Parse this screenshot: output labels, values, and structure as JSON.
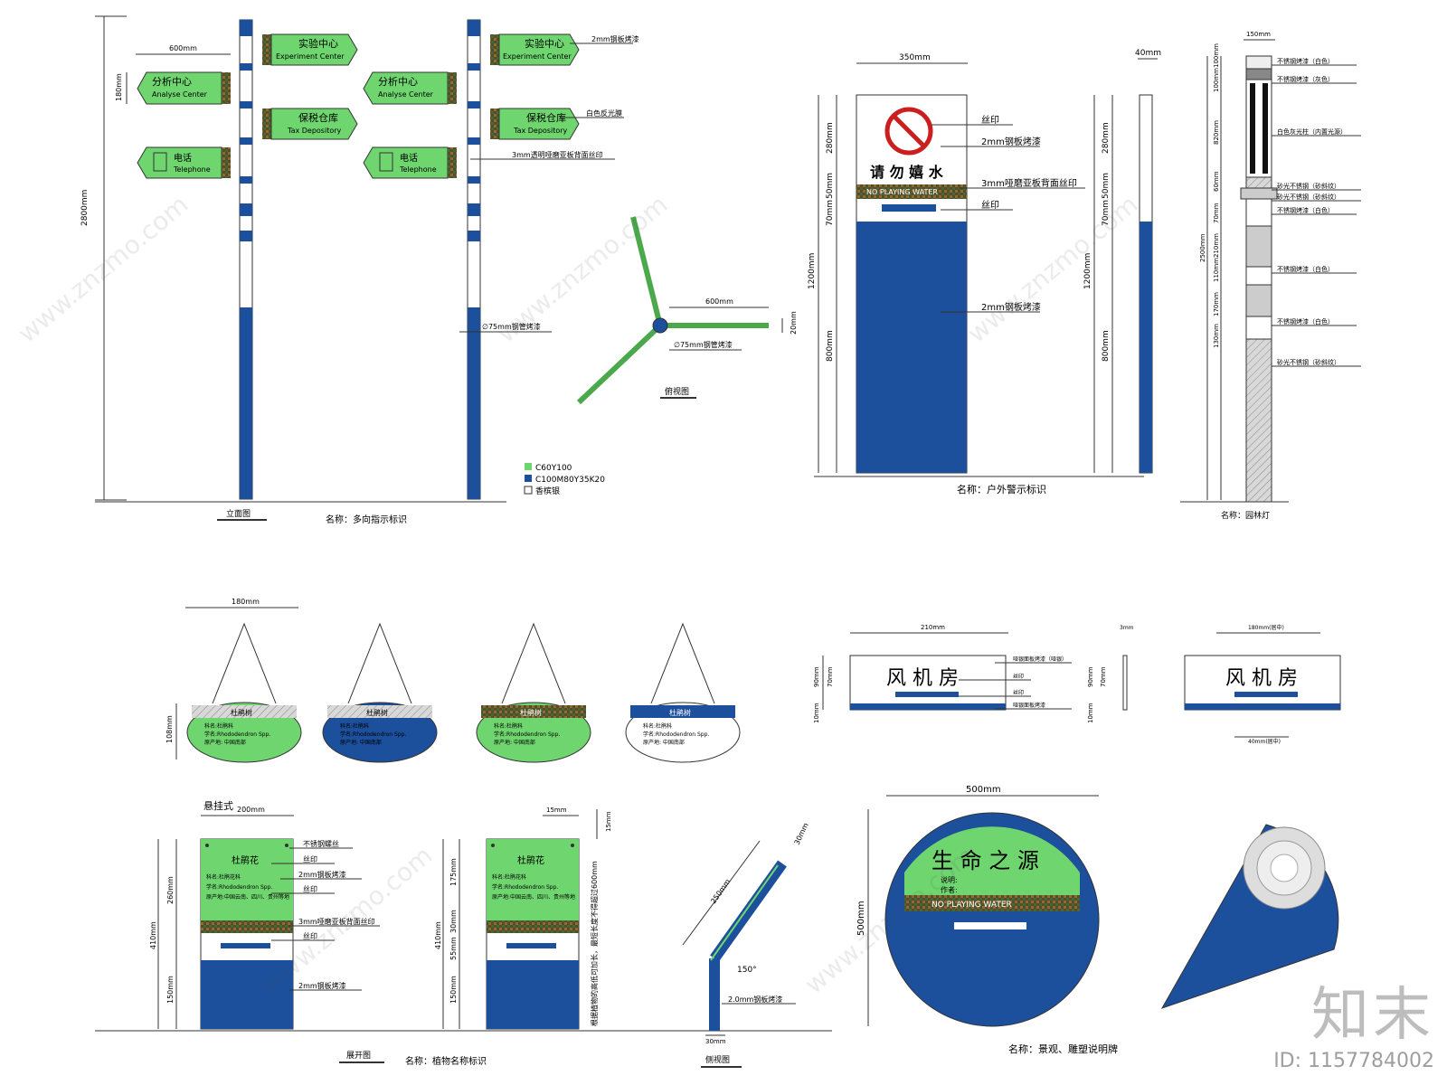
{
  "colors": {
    "green": "#6fd56f",
    "blue": "#1c4f9c",
    "white": "#ffffff",
    "line": "#333333",
    "dim": "#555555",
    "red": "#cc1e1e"
  },
  "legend": {
    "green": "C60Y100",
    "blue": "C100M80Y35K20",
    "silver": "香槟银"
  },
  "directional": {
    "dims": {
      "width": "600mm",
      "height": "2800mm",
      "sign_h": "180mm",
      "pole": "∅75mm钢管烤漆",
      "arm": "600mm",
      "arm_h": "20mm",
      "pole_top": "∅75mm钢管烤漆"
    },
    "signs": [
      {
        "cn": "实验中心",
        "en": "Experiment Center"
      },
      {
        "cn": "分析中心",
        "en": "Analyse Center"
      },
      {
        "cn": "保税仓库",
        "en": "Tax Depository"
      },
      {
        "cn": "电话",
        "en": "Telephone"
      }
    ],
    "notes": {
      "steel": "2mm钢板烤漆",
      "reflect": "白色反光膜",
      "acrylic": "3mm透明哑磨亚板背面丝印"
    },
    "view_elev": "立面图",
    "view_top": "俯视图",
    "name": "名称：多向指示标识"
  },
  "warning": {
    "title": "请 勿 嬉 水",
    "band": "NO PLAYING WATER",
    "dims": {
      "w": "350mm",
      "d": "40mm",
      "h": "1200mm",
      "h1": "280mm",
      "h2": "50mm",
      "h3": "70mm",
      "h4": "800mm"
    },
    "notes": {
      "silk1": "丝印",
      "steel1": "2mm钢板烤漆",
      "acrylic": "3mm哑磨亚板背面丝印",
      "silk2": "丝印",
      "steel2": "2mm钢板烤漆"
    },
    "name": "名称：户外警示标识"
  },
  "lamp": {
    "dims": {
      "w": "150mm",
      "h": "2500mm",
      "s1": "100mm",
      "s2": "100mm",
      "s3": "820mm",
      "s4": "60mm",
      "s5": "70mm",
      "s6": "210mm",
      "s7": "110mm",
      "s8": "170mm",
      "s9": "130mm"
    },
    "notes": [
      "不锈钢烤漆（白色）",
      "不锈钢烤漆（灰色）",
      "白色灰光柱（内置光源）",
      "砂光不锈钢（砂斜纹）",
      "砂光不锈钢（砂斜纹）",
      "不锈钢烤漆（白色）",
      "不锈钢烤漆（白色）",
      "不锈钢烤漆（白色）",
      "砂光不锈钢（砂斜纹）"
    ],
    "name": "名称：园林灯"
  },
  "hanging": {
    "dims": {
      "w": "180mm",
      "h": "108mm"
    },
    "title": "杜鹃树",
    "lines": [
      "科名:杜鹃科",
      "学名:Rhododendron Spp.",
      "原产地: 中国南部"
    ]
  },
  "room": {
    "text": "风 机 房",
    "dims": {
      "w": "210mm",
      "h": "90mm",
      "h2": "70mm",
      "h3": "10mm",
      "d": "3mm",
      "w2": "180mm(居中)",
      "w3": "40mm(居中)"
    },
    "notes": [
      "哑银面板烤漆（哑银）",
      "丝印",
      "丝印",
      "哑银面板烤漆"
    ]
  },
  "plant": {
    "label": "悬挂式",
    "title": "杜鹃花",
    "lines": [
      "科名:杜鹃花科",
      "学名:Rhododendron Spp.",
      "原产地:中国云南、四川、贵州等地"
    ],
    "dims": {
      "w": "200mm",
      "h": "410mm",
      "h1": "260mm",
      "h2": "150mm",
      "d": "15mm",
      "d2": "15mm",
      "h3": "175mm",
      "h4": "30mm",
      "h5": "55mm",
      "h6": "150mm",
      "slant": "250mm",
      "top": "30mm",
      "angle": "150°",
      "bottom": "30mm"
    },
    "notes": {
      "screw": "不锈钢螺丝",
      "silk1": "丝印",
      "steel1": "2mm钢板烤漆",
      "silk2": "丝印",
      "acrylic": "3mm哑磨亚板背面丝印",
      "silk3": "丝印",
      "steel2": "2mm钢板烤漆",
      "vertical": "根据植物的高低可加长，最短长度不得超过600mm",
      "steel3": "2.0mm钢板烤漆"
    },
    "view_unfold": "展开图",
    "view_side": "侧视图",
    "name": "名称：植物名称标识"
  },
  "sculpture": {
    "title": "生 命 之 源",
    "lines": [
      "说明:",
      "作者:"
    ],
    "band": "NO PLAYING WATER",
    "dims": {
      "w": "500mm",
      "h": "500mm"
    },
    "name": "名称：景观、雕塑说明牌"
  },
  "watermark": {
    "logo": "知末",
    "id": "ID: 1157784002"
  }
}
